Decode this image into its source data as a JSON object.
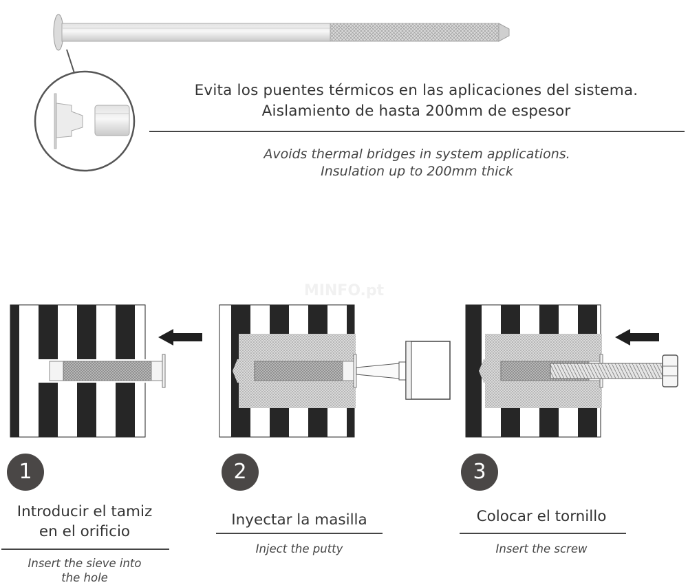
{
  "header": {
    "title_es_line1": "Evita los puentes térmicos en las aplicaciones del sistema.",
    "title_es_line2": "Aislamiento de hasta 200mm de espesor",
    "title_en_line1": "Avoids thermal bridges in system applications.",
    "title_en_line2": "Insulation up to 200mm thick"
  },
  "watermark": "MINFO.pt",
  "steps": [
    {
      "number": "1",
      "title_line1": "Introducir el tamiz",
      "title_line2": "en el orificio",
      "en_line1": "Insert the sieve into",
      "en_line2": "the hole"
    },
    {
      "number": "2",
      "title": "Inyectar la masilla",
      "en": "Inject the putty"
    },
    {
      "number": "3",
      "title": "Colocar el tornillo",
      "en": "Insert the screw"
    }
  ],
  "colors": {
    "dark": "#262626",
    "circle": "#4a4746",
    "text": "#333333"
  }
}
